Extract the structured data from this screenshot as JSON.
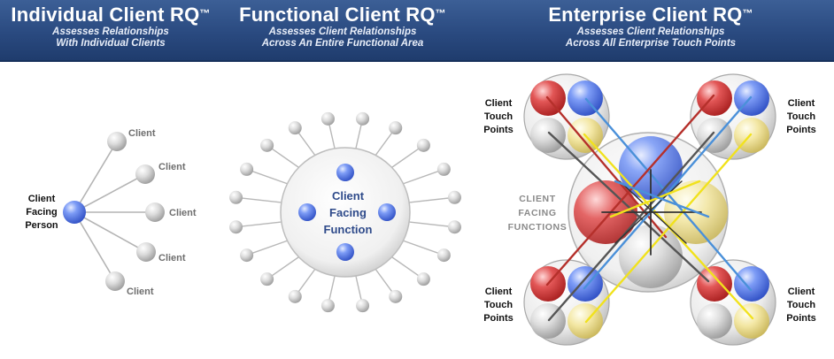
{
  "header": {
    "individual": {
      "title": "Individual Client RQ",
      "tm": "™",
      "sub1": "Assesses Relationships",
      "sub2": "With Individual Clients"
    },
    "functional": {
      "title": "Functional Client RQ",
      "tm": "™",
      "sub1": "Assesses Client Relationships",
      "sub2": "Across An Entire Functional Area"
    },
    "enterprise": {
      "title": "Enterprise Client RQ",
      "tm": "™",
      "sub1": "Assesses Client Relationships",
      "sub2": "Across All Enterprise Touch Points"
    }
  },
  "individual": {
    "person_label": [
      "Client",
      "Facing",
      "Person"
    ],
    "client_label": "Client"
  },
  "functional": {
    "center_label": [
      "Client",
      "Facing",
      "Function"
    ]
  },
  "enterprise": {
    "center_label": [
      "CLIENT",
      "FACING",
      "FUNCTIONS"
    ],
    "touch_label": [
      "Client",
      "Touch",
      "Points"
    ]
  },
  "colors": {
    "header": "#2a4a80",
    "blue_node": "#5b7ff0",
    "gray_node": "#d9d9d9",
    "red": "#e04848",
    "yellow": "#f3e7a4",
    "line_red": "#b5302b",
    "line_blue": "#4a90d9",
    "line_yellow": "#f1e21c",
    "line_dark": "#333333"
  }
}
